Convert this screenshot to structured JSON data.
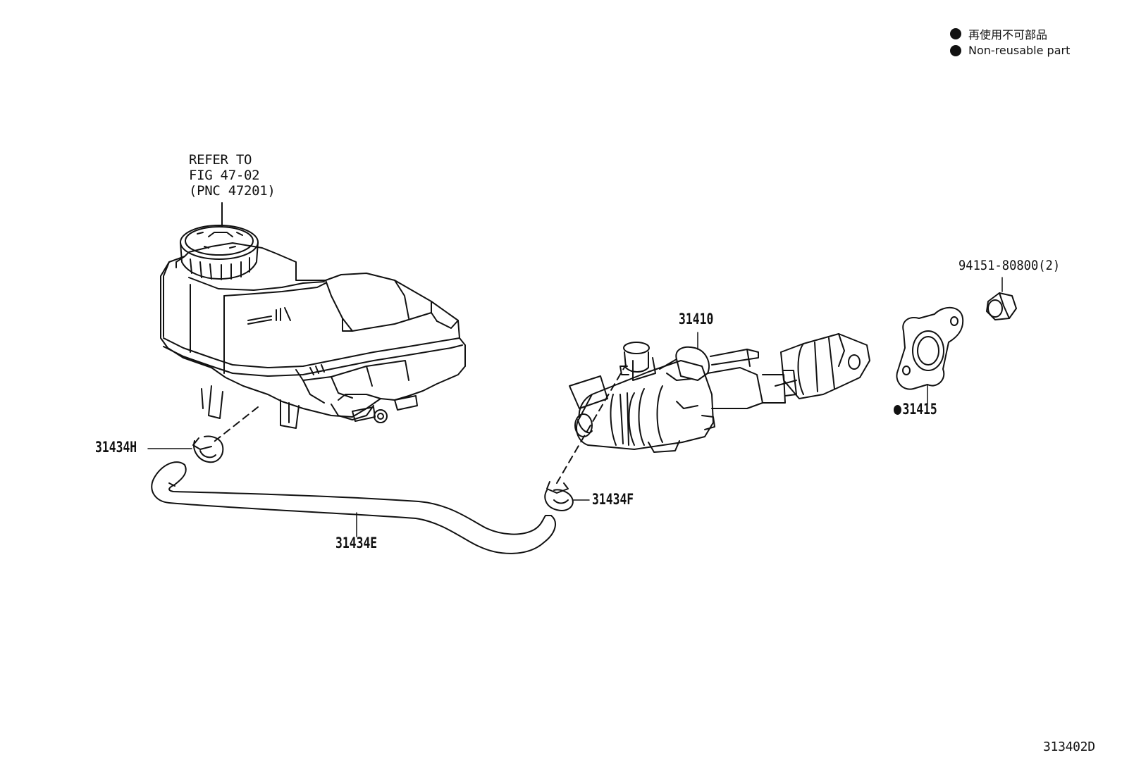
{
  "legend": {
    "items": [
      {
        "label": "再使用不可部品"
      },
      {
        "label": "Non-reusable part"
      }
    ]
  },
  "reference": {
    "line1": "REFER TO",
    "line2": "FIG 47-02",
    "line3": "(PNC 47201)"
  },
  "parts": {
    "master_cylinder": "31410",
    "gasket": "31415",
    "nut": "94151-80800(2)",
    "clip_h": "31434H",
    "clip_f": "31434F",
    "hose": "31434E"
  },
  "figure_code": "313402D",
  "colors": {
    "line": "#111111",
    "background": "#ffffff"
  }
}
